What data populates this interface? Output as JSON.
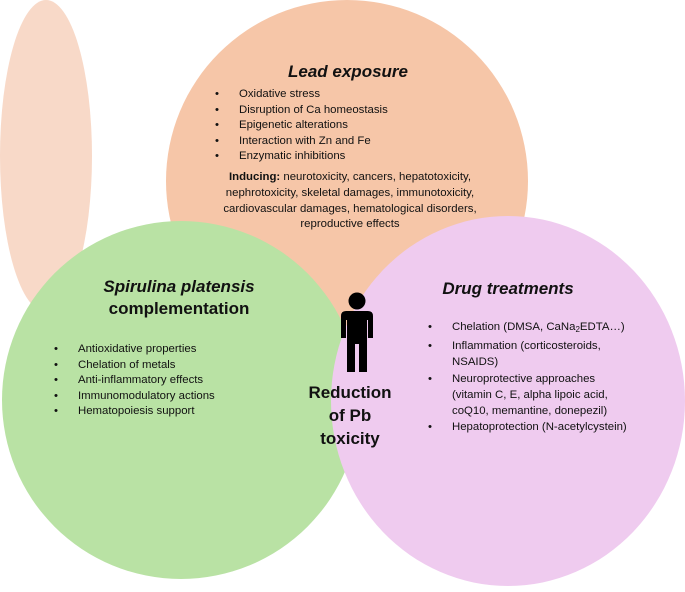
{
  "lead_exposure": {
    "title": "Lead exposure",
    "mechanisms": [
      "Oxidative stress",
      "Disruption of Ca homeostasis",
      "Epigenetic alterations",
      "Interaction with Zn and Fe",
      "Enzymatic inhibitions"
    ],
    "inducing_label": "Inducing:",
    "inducing_text": "neurotoxicity, cancers, hepatotoxicity, nephrotoxicity, skeletal damages, immunotoxicity, cardiovascular damages, hematological disorders, reproductive effects"
  },
  "spirulina": {
    "title_italic": "Spirulina platensis",
    "title_plain": "complementation",
    "effects": [
      "Antioxidative properties",
      "Chelation of metals",
      "Anti-inflammatory effects",
      "Immunomodulatory actions",
      "Hematopoiesis support"
    ]
  },
  "drug_treatments": {
    "title": "Drug treatments",
    "items": [
      {
        "pre": "Chelation (DMSA, CaNa",
        "sub": "2",
        "post": "EDTA…)"
      },
      {
        "pre": "Inflammation (corticosteroids, NSAIDS)",
        "sub": "",
        "post": ""
      },
      {
        "pre": "Neuroprotective approaches (vitamin C, E, alpha lipoic acid, coQ10, memantine, donepezil)",
        "sub": "",
        "post": ""
      },
      {
        "pre": "Hepatoprotection (N-acetylcystein)",
        "sub": "",
        "post": ""
      }
    ]
  },
  "center": {
    "icon": "person-icon",
    "line1": "Reduction",
    "line2": "of Pb",
    "line3": "toxicity"
  },
  "colors": {
    "lead_circle": "#f6c6a8",
    "spirulina_circle": "#b9e2a4",
    "drug_circle": "#efcbef",
    "center_overlap": "#f8d9c8"
  }
}
